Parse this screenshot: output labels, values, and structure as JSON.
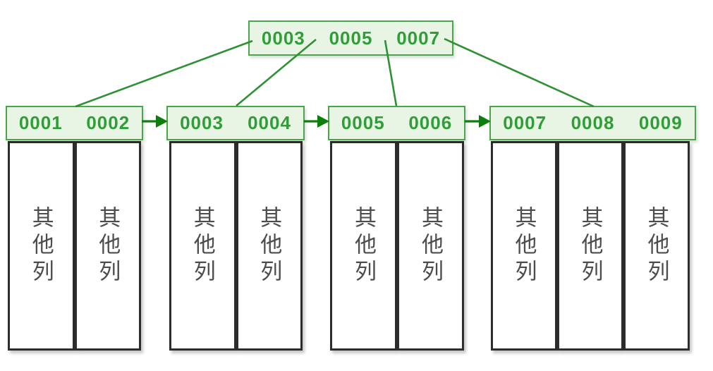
{
  "diagram": {
    "type": "bplus-tree-index",
    "root_node": {
      "keys": [
        "0003",
        "0005",
        "0007"
      ]
    },
    "leaf_nodes": [
      {
        "keys": [
          "0001",
          "0002"
        ]
      },
      {
        "keys": [
          "0003",
          "0004"
        ]
      },
      {
        "keys": [
          "0005",
          "0006"
        ]
      },
      {
        "keys": [
          "0007",
          "0008",
          "0009"
        ]
      }
    ],
    "column_label": "其他列",
    "colors": {
      "node_fill": "#e9f5e4",
      "node_border": "#4ba64b",
      "key_text": "#2f9e38",
      "connector_line": "#2e9132",
      "arrow": "#0d7f0d",
      "column_border": "#2d2d2d",
      "column_text": "#4d4d4d"
    }
  }
}
